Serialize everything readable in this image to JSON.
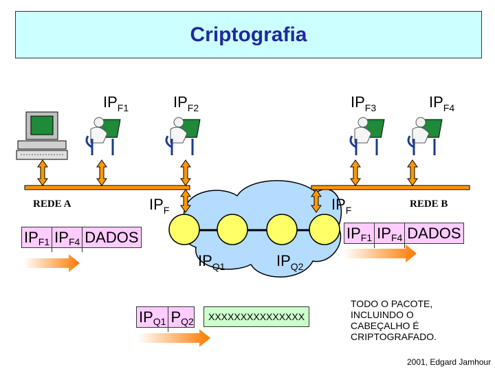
{
  "title": "Criptografia",
  "hosts": {
    "f1": {
      "label": "IP",
      "sub": "F1"
    },
    "f2": {
      "label": "IP",
      "sub": "F2"
    },
    "f3": {
      "label": "IP",
      "sub": "F3"
    },
    "f4": {
      "label": "IP",
      "sub": "F4"
    }
  },
  "networks": {
    "a": "REDE A",
    "b": "REDE B"
  },
  "routers": {
    "left_label": "IP",
    "left_sub": "F",
    "right_label": "IP",
    "right_sub": "F",
    "q1": {
      "label": "IP",
      "sub": "Q1"
    },
    "q2": {
      "label": "IP",
      "sub": "Q2"
    }
  },
  "packet_left": {
    "c1_label": "IP",
    "c1_sub": "F1",
    "c2_label": "IP",
    "c2_sub": "F4",
    "payload": "DADOS"
  },
  "packet_right": {
    "c1_label": "IP",
    "c1_sub": "F1",
    "c2_label": "IP",
    "c2_sub": "F4",
    "payload": "DADOS"
  },
  "packet_tunnel": {
    "c1_label": "IP",
    "c1_sub": "Q1",
    "c2_label": "P",
    "c2_sub": "Q2",
    "payload": "XXXXXXXXXXXXXXX"
  },
  "note": {
    "line1": "TODO O PACOTE,",
    "line2": "INCLUINDO O",
    "line3": "CABEÇALHO É",
    "line4": "CRIPTOGRAFADO."
  },
  "credit": "2001, Edgard Jamhour",
  "colors": {
    "title_bg": "#ccffff",
    "title_text": "#1f2a9c",
    "cloud": "#b3dcff",
    "router": "#ffff66",
    "bus": "#ff9900",
    "packet_header": "#ffccff",
    "encrypted": "#ccffcc"
  }
}
